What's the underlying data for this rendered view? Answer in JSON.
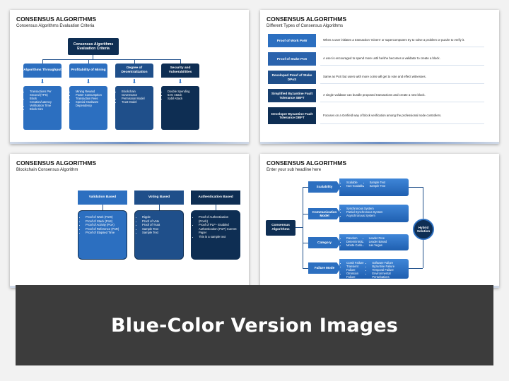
{
  "slide1": {
    "title": "CONSENSUS ALGORITHMS",
    "subtitle": "Consensus Algorithms Evaluation Criteria",
    "top_box": "Consensus Algorithms Evaluation Criteria",
    "columns": [
      {
        "header": "Algorithms Throughput",
        "color": "#2c6fc0",
        "items": [
          "Transactions Per Second (TPS)",
          "Block Creation/Latency",
          "Verification Time",
          "Block Size"
        ]
      },
      {
        "header": "Profitability of Mining",
        "color": "#2c6fc0",
        "items": [
          "Mining Reward",
          "Power Consumption",
          "Transaction Fees",
          "Special Hardware Dependency"
        ]
      },
      {
        "header": "Degree of Decentralization",
        "color": "#1f4f8a",
        "items": [
          "Blockchain Governance",
          "Permission Model",
          "Trust Model"
        ]
      },
      {
        "header": "Security and Vulnerabilities",
        "color": "#0e2e53",
        "items": [
          "Double Spending",
          "51% Attack",
          "Sybil Attack"
        ]
      }
    ]
  },
  "slide2": {
    "title": "CONSENSUS ALGORITHMS",
    "subtitle": "Different Types of Consensus Algorithms",
    "rows": [
      {
        "label": "Proof of Work PoW",
        "color": "#2c6fc0",
        "desc": "When a user initiates a transaction 'miners' or supercomputers try to solve a problem or puzzle to verify it."
      },
      {
        "label": "Proof of Stake PoS",
        "color": "#2a63ad",
        "desc": "A user is encouraged to spend more until he/she becomes a validator to create a block."
      },
      {
        "label": "Developed Proof of Stake DPoS",
        "color": "#1f4f8a",
        "desc": "Same as PoS but users with more coins will get to vote and effect witnesses."
      },
      {
        "label": "Simplified Byzantine Fault Tolerance SBFT",
        "color": "#163d6c",
        "desc": "A single validator can bundle proposed transactions and create a new block."
      },
      {
        "label": "Developer Byzantine Fault Tolerance DBFT",
        "color": "#0e2e53",
        "desc": "Focuses on a Gerfield way of block verification among the professional node controllers."
      }
    ]
  },
  "slide3": {
    "title": "CONSENSUS ALGORITHMS",
    "subtitle": "Blockchain Consensus Algorithm",
    "columns": [
      {
        "header": "Validation Based",
        "color": "#2c6fc0",
        "items": [
          "Proof of Work (PoW)",
          "Proof of Stack (PoS)",
          "Proof of Activity (PoA)",
          "Proof of Reference (PoR)",
          "Proof of Elapsed Time"
        ]
      },
      {
        "header": "Voting Based",
        "color": "#1f4f8a",
        "items": [
          "Ripple",
          "Proof of Vote",
          "Proof of Trust",
          "Sample Text",
          "Sample Text"
        ]
      },
      {
        "header": "Authentication Based",
        "color": "#0e2e53",
        "items": [
          "Proof of Authentication (PoAh)",
          "Proof of PLP - Enabled Authentication (PoP) Current Paper",
          "This is a sample text"
        ]
      }
    ]
  },
  "slide4": {
    "title": "CONSENSUS ALGORITHMS",
    "subtitle": "Enter your sub headline here",
    "center": "Consensus Algorithms",
    "right": "Hybrid Solution",
    "categories": [
      {
        "label": "Scalability",
        "left": [
          "Scalable",
          "Non-Scalable"
        ],
        "right": [
          "Sample Text",
          "Sample Text"
        ]
      },
      {
        "label": "Communication Model",
        "left": [
          "Synchronous System",
          "Partial Synchronous System",
          "Asynchronous System"
        ],
        "right": []
      },
      {
        "label": "Category",
        "left": [
          "Random",
          "Deterministic",
          "Monte Carlo"
        ],
        "right": [
          "Leader Free",
          "Leader Based",
          "Las Vegas"
        ]
      },
      {
        "label": "Failure Mode",
        "left": [
          "Crash Failure",
          "Transient Failure",
          "Omission Failure",
          "Security Failure"
        ],
        "right": [
          "Software Failure",
          "Byzantine Failure",
          "Temporal Failure",
          "Environmental Perturbations"
        ]
      }
    ]
  },
  "banner": "Blue-Color Version Images"
}
